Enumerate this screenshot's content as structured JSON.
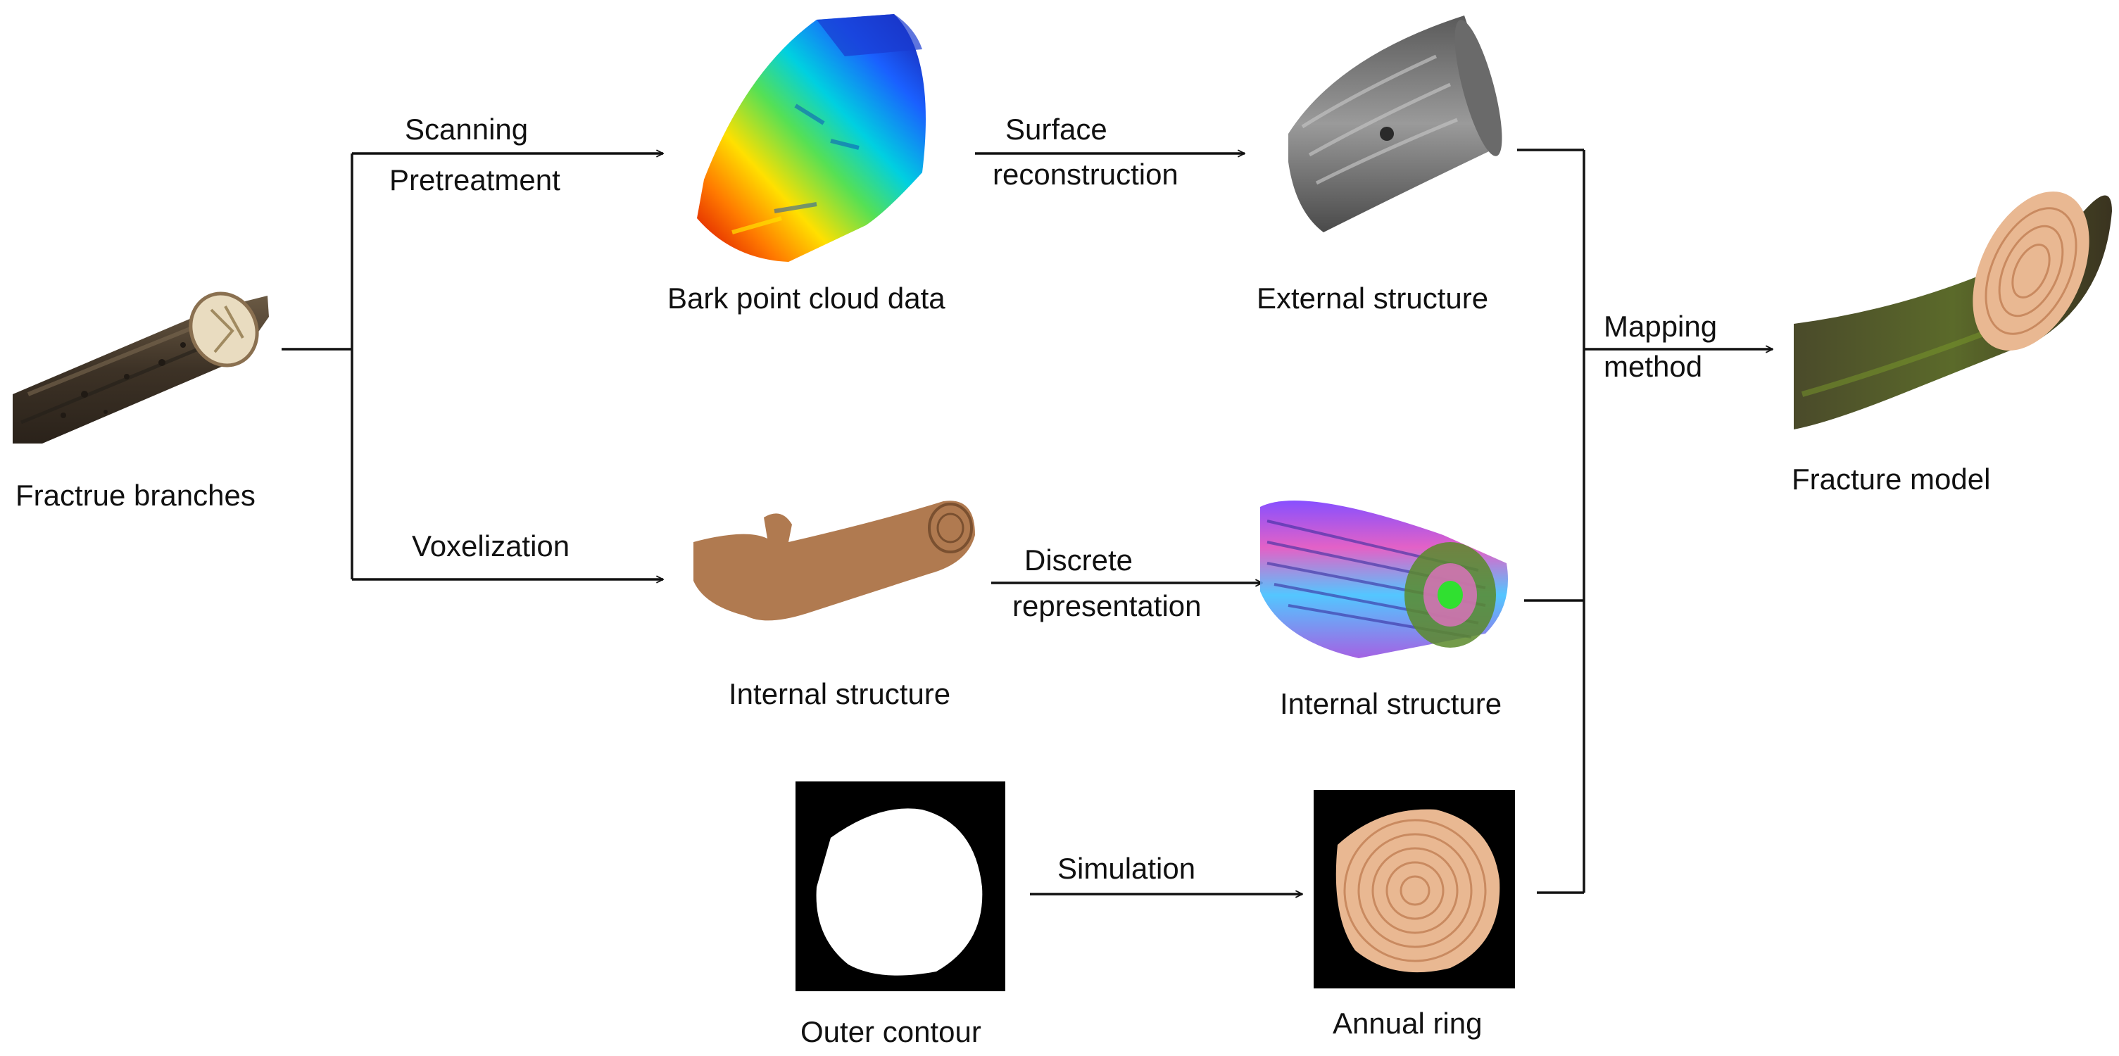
{
  "nodes": {
    "fracture_branches": "Fractrue branches",
    "bark_point_cloud": "Bark point cloud data",
    "external_structure": "External structure",
    "internal_structure_voxel": "Internal structure",
    "internal_structure_discrete": "Internal structure",
    "outer_contour": "Outer contour",
    "annual_ring": "Annual ring",
    "fracture_model": "Fracture model"
  },
  "edges": {
    "scanning": "Scanning",
    "pretreatment": "Pretreatment",
    "surface": "Surface",
    "reconstruction": "reconstruction",
    "voxelization": "Voxelization",
    "discrete": "Discrete",
    "representation": "representation",
    "simulation": "Simulation",
    "mapping": "Mapping",
    "method": "method"
  },
  "colors": {
    "bark_dark": "#3d3226",
    "bark_light": "#6b5a44",
    "wood_cut": "#e9dcc0",
    "voxel_brown": "#b07a50",
    "ring_fill": "#e9b892",
    "ring_line": "#c98a60",
    "mesh_gray": "#8a8a8a",
    "moss_green": "#5b6a2a"
  }
}
